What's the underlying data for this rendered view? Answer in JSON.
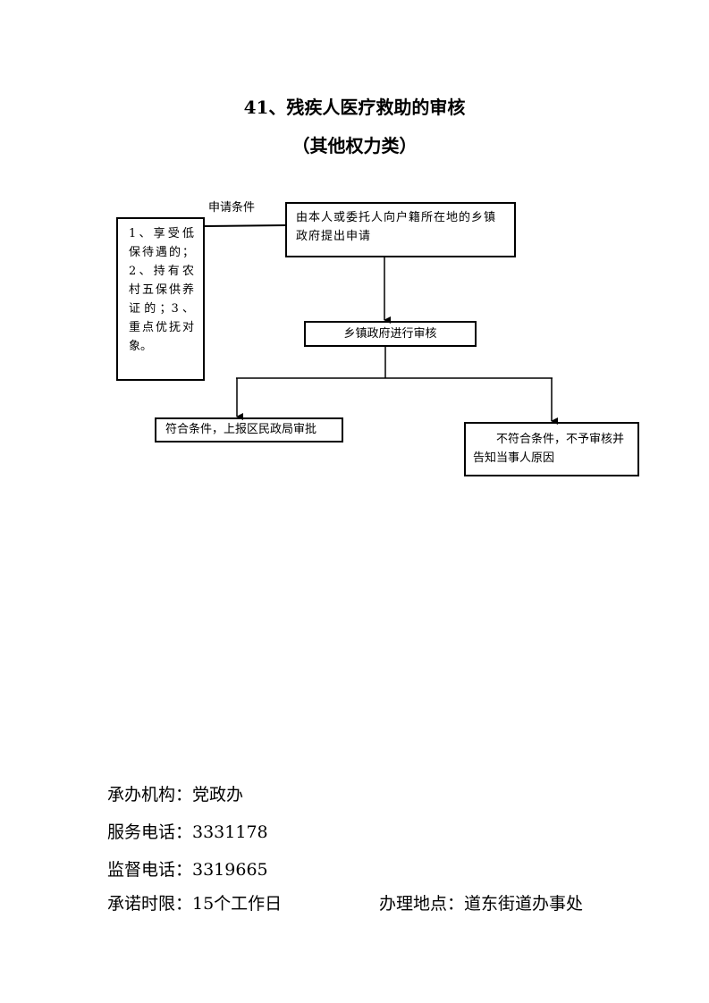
{
  "title": "41、残疾人医疗救助的审核",
  "subtitle": "（其他权力类）",
  "flowchart": {
    "condition_label": "申请条件",
    "conditions_box": "1、享受低保待遇的；2、持有农村五保供养证的；3、重点优抚对象。",
    "step_apply": "由本人或委托人向户籍所在地的乡镇政府提出申请",
    "step_review": "乡镇政府进行审核",
    "branch_yes": "符合条件，上报区民政局审批",
    "branch_no": "不符合条件，不予审核并告知当事人原因"
  },
  "footer": {
    "agency": "承办机构：党政办",
    "service_phone": "服务电话：3331178",
    "supervision_phone": "监督电话：3319665",
    "time_limit": "承诺时限：15个工作日",
    "location": "办理地点：道东街道办事处"
  }
}
